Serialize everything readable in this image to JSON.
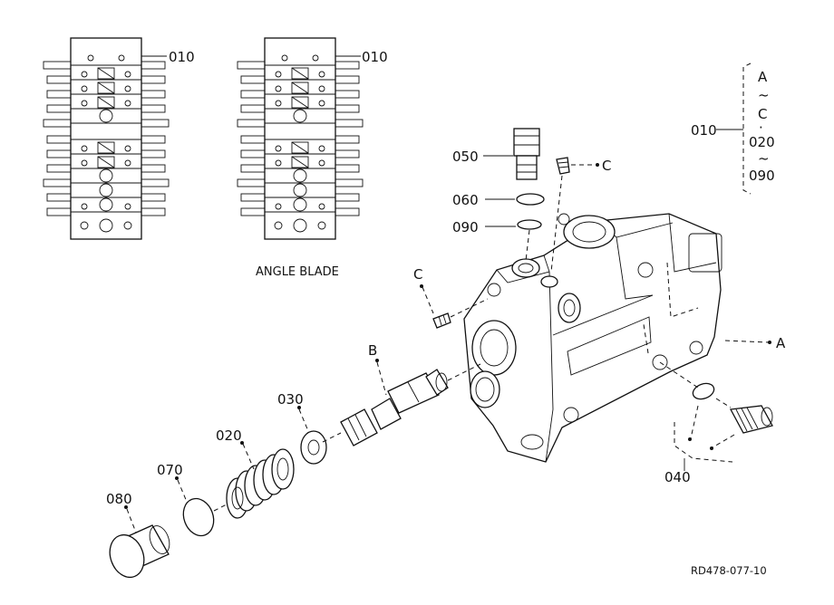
{
  "labels": {
    "valve_top_left": "010",
    "valve_top_middle": "010",
    "angle_blade": "ANGLE BLADE",
    "bracket_010": "010",
    "bracket_a": "A",
    "bracket_tilde1": "~",
    "bracket_c": "C",
    "bracket_dot": "·",
    "bracket_020": "020",
    "bracket_tilde2": "~",
    "bracket_090": "090",
    "p050": "050",
    "p060": "060",
    "p090": "090",
    "pC_top": "C",
    "pC_left": "C",
    "pA": "A",
    "pB": "B",
    "p030": "030",
    "p020": "020",
    "p070": "070",
    "p080": "080",
    "p040": "040",
    "drawing_code": "RD478-077-10"
  }
}
